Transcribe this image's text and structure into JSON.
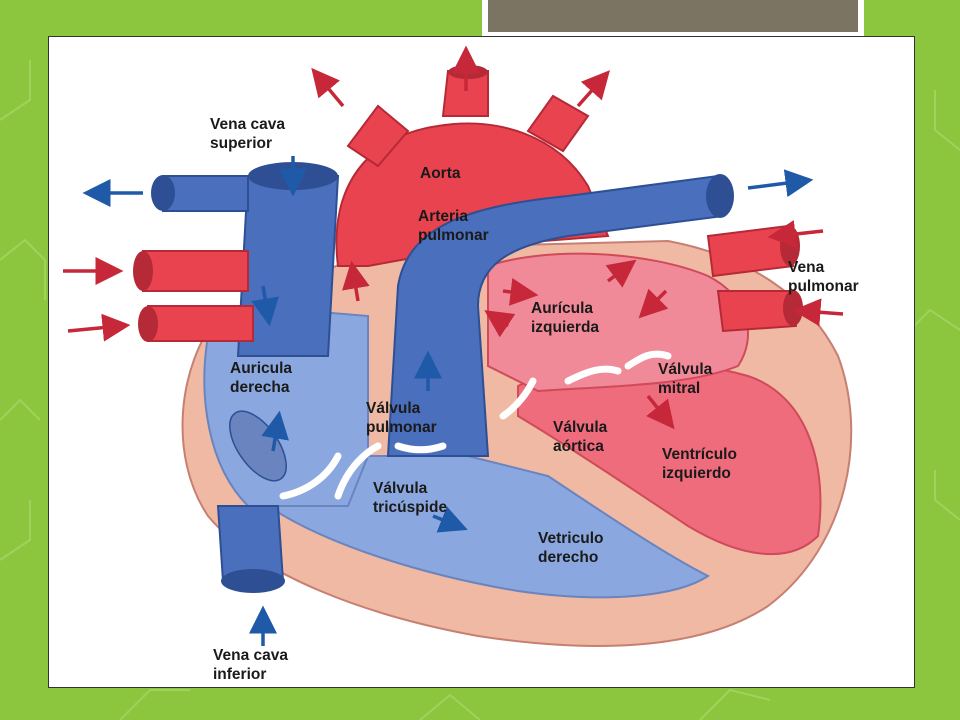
{
  "slide": {
    "background_color": "#8cc63f",
    "tab_color": "#7b7462"
  },
  "diagram": {
    "colors": {
      "oxygenated_blood": "#e8434f",
      "deoxygenated_blood": "#4a6fbd",
      "heart_wall": "#efb9a3",
      "arrow_blue": "#1f5aa8",
      "arrow_red": "#c6283a"
    },
    "labels": {
      "vena_cava_superior_1": "Vena cava",
      "vena_cava_superior_2": "superior",
      "aorta": "Aorta",
      "arteria_pulmonar_1": "Arteria",
      "arteria_pulmonar_2": "pulmonar",
      "vena_pulmonar_1": "Vena",
      "vena_pulmonar_2": "pulmonar",
      "auricula_izquierda_1": "Aurícula",
      "auricula_izquierda_2": "izquierda",
      "auricula_derecha_1": "Auricula",
      "auricula_derecha_2": "derecha",
      "valvula_mitral_1": "Válvula",
      "valvula_mitral_2": "mitral",
      "valvula_pulmonar_1": "Válvula",
      "valvula_pulmonar_2": "pulmonar",
      "valvula_aortica_1": "Válvula",
      "valvula_aortica_2": "aórtica",
      "ventriculo_izquierdo_1": "Ventrículo",
      "ventriculo_izquierdo_2": "izquierdo",
      "valvula_tricuspide_1": "Válvula",
      "valvula_tricuspide_2": "tricúspide",
      "vetriculo_derecho_1": "Vetriculo",
      "vetriculo_derecho_2": "derecho",
      "vena_cava_inferior_1": "Vena cava",
      "vena_cava_inferior_2": "inferior"
    }
  }
}
